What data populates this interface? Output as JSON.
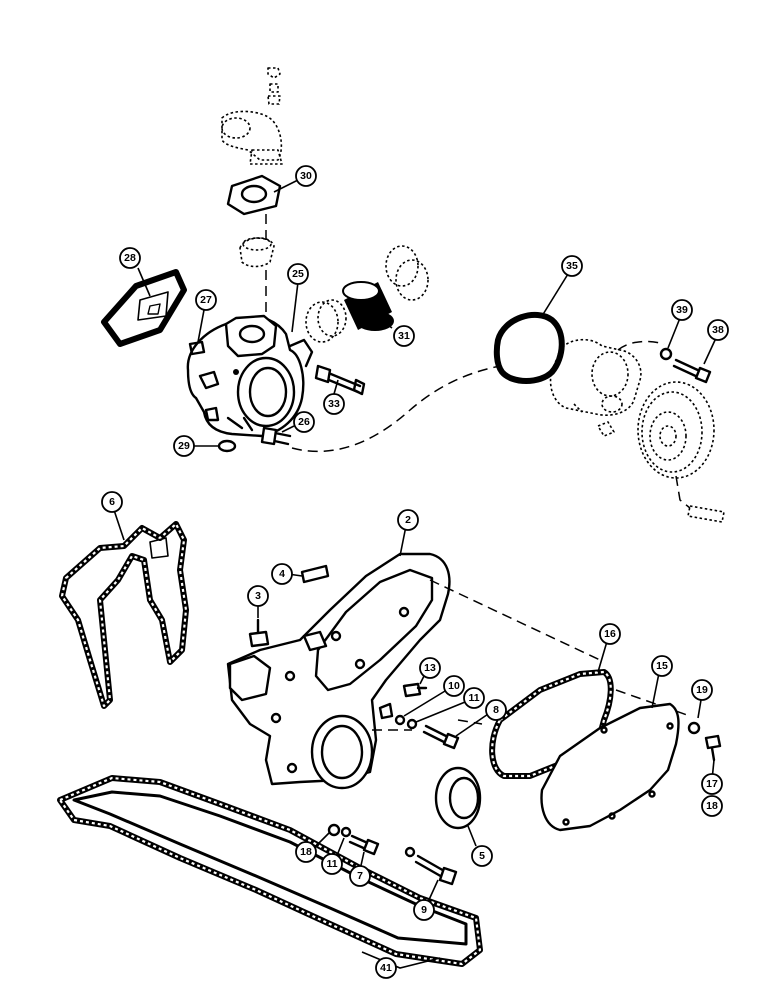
{
  "callouts": [
    {
      "id": "30",
      "label": "30"
    },
    {
      "id": "28",
      "label": "28"
    },
    {
      "id": "25",
      "label": "25"
    },
    {
      "id": "27",
      "label": "27"
    },
    {
      "id": "31",
      "label": "31"
    },
    {
      "id": "35",
      "label": "35"
    },
    {
      "id": "39",
      "label": "39"
    },
    {
      "id": "38",
      "label": "38"
    },
    {
      "id": "33",
      "label": "33"
    },
    {
      "id": "26",
      "label": "26"
    },
    {
      "id": "29",
      "label": "29"
    },
    {
      "id": "6",
      "label": "6"
    },
    {
      "id": "2",
      "label": "2"
    },
    {
      "id": "4",
      "label": "4"
    },
    {
      "id": "3",
      "label": "3"
    },
    {
      "id": "16",
      "label": "16"
    },
    {
      "id": "15",
      "label": "15"
    },
    {
      "id": "13",
      "label": "13"
    },
    {
      "id": "10",
      "label": "10"
    },
    {
      "id": "11a",
      "label": "11"
    },
    {
      "id": "8",
      "label": "8"
    },
    {
      "id": "19",
      "label": "19"
    },
    {
      "id": "17",
      "label": "17"
    },
    {
      "id": "18a",
      "label": "18"
    },
    {
      "id": "18b",
      "label": "18"
    },
    {
      "id": "11b",
      "label": "11"
    },
    {
      "id": "7",
      "label": "7"
    },
    {
      "id": "5",
      "label": "5"
    },
    {
      "id": "9",
      "label": "9"
    },
    {
      "id": "41",
      "label": "41"
    }
  ]
}
